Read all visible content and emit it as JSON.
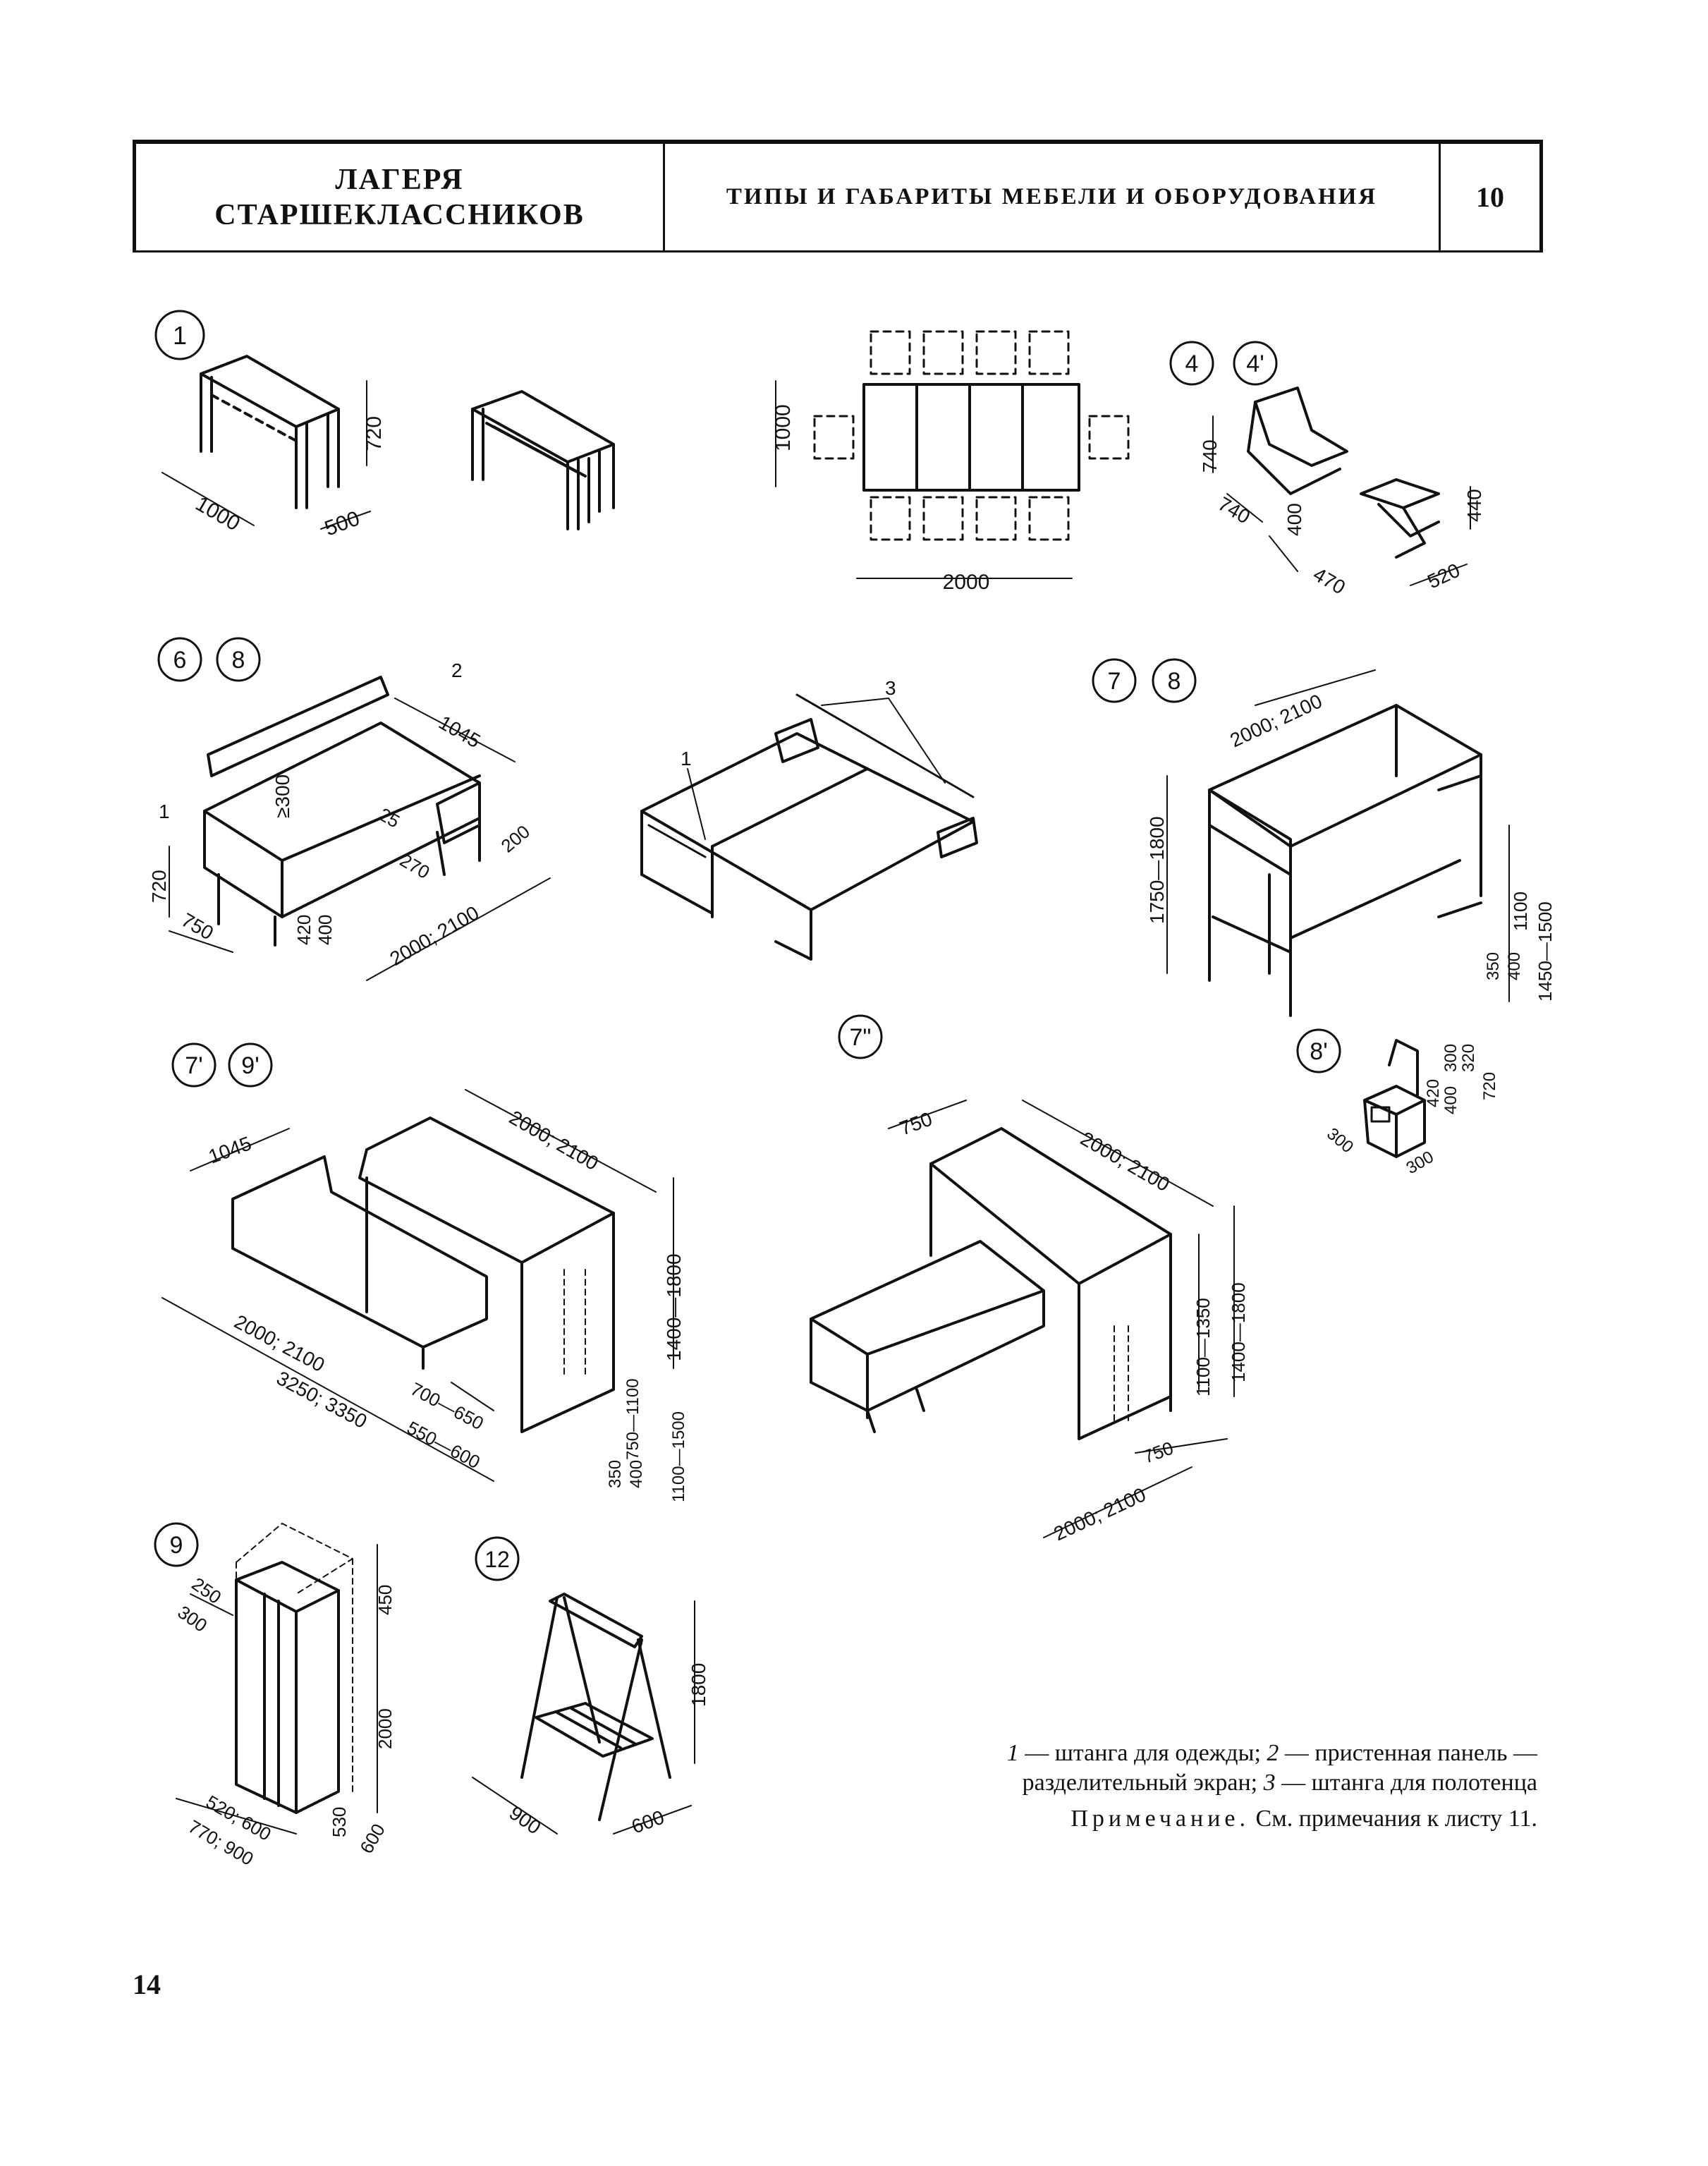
{
  "header": {
    "section_line1": "ЛАГЕРЯ",
    "section_line2": "СТАРШЕКЛАССНИКОВ",
    "title": "ТИПЫ И ГАБАРИТЫ МЕБЕЛИ И ОБОРУДОВАНИЯ",
    "sheet_number": "10"
  },
  "items": {
    "i1": "1",
    "i4": "4",
    "i4p": "4'",
    "i6": "6",
    "i8a": "8",
    "i7": "7",
    "i8b": "8",
    "i7p": "7'",
    "i9p": "9'",
    "i7pp": "7\"",
    "i8p": "8'",
    "i9": "9",
    "i12": "12"
  },
  "dimensions": {
    "table_1000": "1000",
    "table_500": "500",
    "table_720": "720",
    "dining_1000": "1000",
    "dining_2000": "2000",
    "chair_740a": "740",
    "chair_740b": "740",
    "chair_400": "400",
    "chair_470": "470",
    "stool_440": "440",
    "stool_520": "520",
    "bed_1045": "1045",
    "bed_300": "≥300",
    "bed_25": "25",
    "bed_270": "270",
    "bed_200": "200",
    "bed_720": "720",
    "bed_750": "750",
    "bed_420": "420",
    "bed_400": "400",
    "bed_2000": "2000; 2100",
    "bunk_2000": "2000; 2100",
    "bunk_1750": "1750—1800",
    "bunk_1100": "1100",
    "bunk_1500": "1450—1500",
    "bunk_350": "350",
    "bunk_400": "400",
    "ns_420": "420",
    "ns_300a": "300",
    "ns_400": "400",
    "ns_320": "320",
    "ns_720": "720",
    "ns_300b": "300",
    "ns_300c": "300",
    "l1_1045": "1045",
    "l1_2000top": "2000; 2100",
    "l1_1400": "1400—1800",
    "l1_2000": "2000; 2100",
    "l1_3250": "3250; 3350",
    "l1_700": "700—650",
    "l1_550": "550—600",
    "l1_750": "750—1100",
    "l1_1100": "1100—1500",
    "l1_350": "350",
    "l1_400": "400",
    "l2_750top": "750",
    "l2_2000top": "2000; 2100",
    "l2_1100": "1100—1350",
    "l2_1400": "1400—1800",
    "l2_750": "750",
    "l2_2000": "2000; 2100",
    "w_250": "250",
    "w_300": "300",
    "w_450": "450",
    "w_2000": "2000",
    "w_520": "520; 600",
    "w_770": "770; 900",
    "w_530": "530",
    "w_600": "600",
    "r_1800": "1800",
    "r_900": "900",
    "r_600": "600",
    "c_1": "1",
    "c_2": "2",
    "c_3": "3",
    "c_1b": "1"
  },
  "legend": {
    "n1": "1",
    "t1": " — штанга для одежды; ",
    "n2": "2",
    "t2": " — пристенная панель —",
    "line2": "разделительный экран; ",
    "n3": "3",
    "t3": " — штанга для полотенца"
  },
  "note": {
    "label": "Примечание.",
    "text": " См. примечания к листу 11."
  },
  "page_number": "14"
}
